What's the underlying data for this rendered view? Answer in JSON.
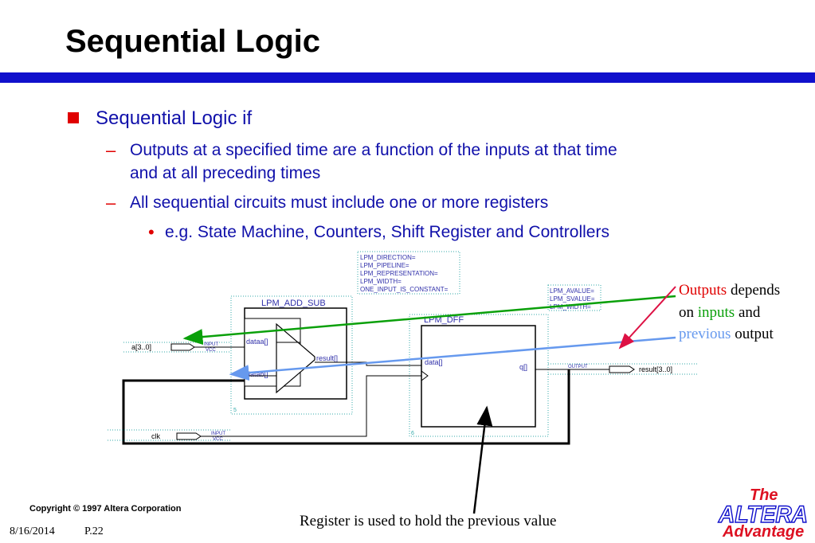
{
  "slide": {
    "title": "Sequential Logic",
    "bullet": "Sequential Logic if",
    "sub1_line1": "Outputs at a specified time are a function of the inputs at that time",
    "sub1_line2": "and at all preceding times",
    "sub2": "All sequential circuits must include one or more registers",
    "sub3": "e.g. State Machine, Counters, Shift Register and Controllers",
    "dash": "–",
    "dot": "•"
  },
  "diagram": {
    "params_add": [
      "LPM_DIRECTION=",
      "LPM_PIPELINE=",
      "LPM_REPRESENTATION=",
      "LPM_WIDTH=",
      "ONE_INPUT_IS_CONSTANT="
    ],
    "params_dff": [
      "LPM_AVALUE=",
      "LPM_SVALUE=",
      "LPM_WIDTH="
    ],
    "add_sub_title": "LPM_ADD_SUB",
    "dff_title": "LPM_DFF",
    "dataa": "dataa[]",
    "datab": "datab[]",
    "result_port": "result[]",
    "data_port": "data[]",
    "q_port": "q[]",
    "input_a": "a[3..0]",
    "input_clk": "clk",
    "output_result": "result[3..0]",
    "input_tag": "INPUT",
    "vcc_tag": "VCC",
    "output_tag": "OUTPUT",
    "block_num_add": "5",
    "block_num_dff": "6"
  },
  "annotations": {
    "outputs": "Outputs",
    "depends": " depends",
    "on": "on ",
    "inputs": "inputs",
    "and": " and",
    "previous": "previous",
    "output": " output",
    "register_note": "Register is used to hold the previous value"
  },
  "footer": {
    "copyright": "Copyright © 1997 Altera Corporation",
    "date": "8/16/2014",
    "page": "P.22"
  },
  "logo": {
    "the": "The",
    "altera": "ALTERA",
    "advantage": "Advantage"
  },
  "colors": {
    "title_bar": "#1010cc",
    "text_blue": "#1010aa",
    "accent_red": "#e00000",
    "green_arrow": "#0aa00a",
    "blue_arrow": "#6699ee",
    "red_arrow": "#dd1144",
    "schematic": "#3030aa"
  }
}
